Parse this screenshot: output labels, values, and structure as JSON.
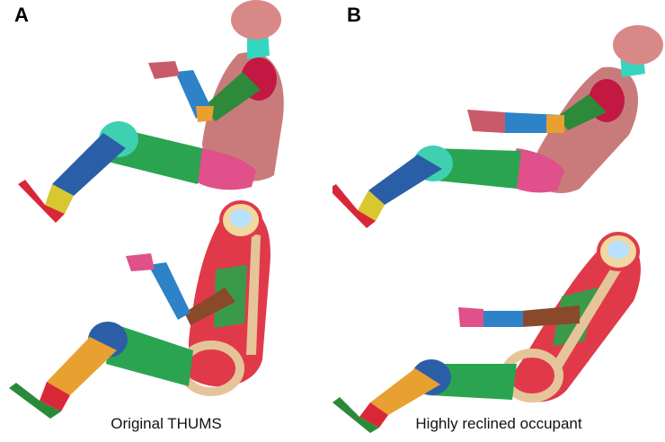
{
  "panels": [
    {
      "letter": "A",
      "caption": "Original THUMS"
    },
    {
      "letter": "B",
      "caption": "Highly reclined occupant"
    }
  ],
  "colors": {
    "skin": "#d98888",
    "torso": "#c97b7b",
    "neck": "#35d6c0",
    "shoulder": "#c21841",
    "upper_arm_green": "#2d8a3a",
    "forearm_blue": "#2d82c8",
    "wrist_orange": "#e8a030",
    "hand": "#c95a6a",
    "thigh_green": "#2aa450",
    "knee_cyan": "#3ed0b0",
    "shin_blue": "#2a5fa8",
    "shin_yellow": "#d8c830",
    "foot_red": "#d82838",
    "pelvis_pink": "#e0508a",
    "flesh_red": "#e03a4a",
    "bone": "#e6c49a",
    "organ_green": "#3a9a4a"
  }
}
